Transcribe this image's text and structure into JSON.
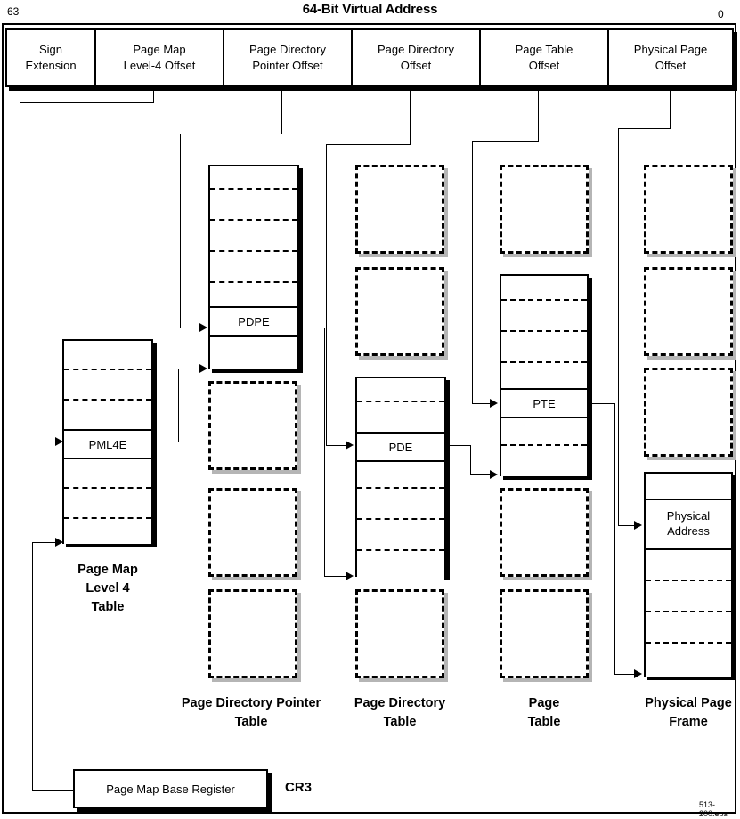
{
  "figure": {
    "title": "64-Bit Virtual Address",
    "bit_high": "63",
    "bit_low": "0",
    "reference": "513-200.eps"
  },
  "address_fields": [
    {
      "line1": "Sign",
      "line2": "Extension"
    },
    {
      "line1": "Page Map",
      "line2": "Level-4 Offset"
    },
    {
      "line1": "Page Directory",
      "line2": "Pointer Offset"
    },
    {
      "line1": "Page Directory",
      "line2": "Offset"
    },
    {
      "line1": "Page Table",
      "line2": "Offset"
    },
    {
      "line1": "Physical Page",
      "line2": "Offset"
    }
  ],
  "entries": {
    "pml4e": "PML4E",
    "pdpe": "PDPE",
    "pde": "PDE",
    "pte": "PTE",
    "physical_address_l1": "Physical",
    "physical_address_l2": "Address"
  },
  "captions": {
    "pml4_table": {
      "l1": "Page Map",
      "l2": "Level 4",
      "l3": "Table"
    },
    "pdp_table": {
      "l1": "Page Directory Pointer",
      "l2": "Table",
      "l3": ""
    },
    "pd_table": {
      "l1": "Page Directory",
      "l2": "Table",
      "l3": ""
    },
    "page_table": {
      "l1": "Page",
      "l2": "Table",
      "l3": ""
    },
    "page_frame": {
      "l1": "Physical Page",
      "l2": "Frame",
      "l3": ""
    }
  },
  "register": {
    "label": "Page Map Base Register",
    "name": "CR3"
  },
  "colors": {
    "ink": "#000000",
    "shadow_solid": "#000000",
    "shadow_dashed": "#b5b5b5",
    "background": "#ffffff"
  }
}
